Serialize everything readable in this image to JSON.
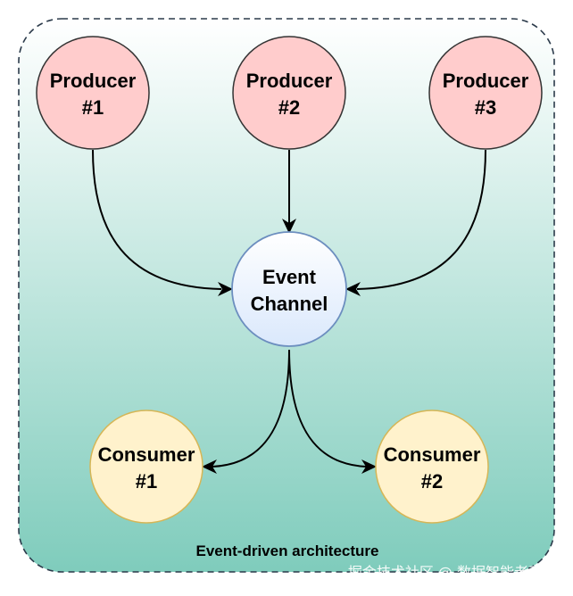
{
  "caption": "Event-driven architecture",
  "watermark": "掘金技术社区 @ 数据智能老司机",
  "colors": {
    "producer_fill": "#ffcccc",
    "consumer_fill": "#fff2cc",
    "channel_stroke": "#6c8ebf",
    "gradient_top": "#ffffff",
    "gradient_bottom": "#7fccbc",
    "edge": "#000000"
  },
  "nodes": {
    "producer1": {
      "line1": "Producer",
      "line2": "#1"
    },
    "producer2": {
      "line1": "Producer",
      "line2": "#2"
    },
    "producer3": {
      "line1": "Producer",
      "line2": "#3"
    },
    "channel": {
      "line1": "Event",
      "line2": "Channel"
    },
    "consumer1": {
      "line1": "Consumer",
      "line2": "#1"
    },
    "consumer2": {
      "line1": "Consumer",
      "line2": "#2"
    }
  }
}
